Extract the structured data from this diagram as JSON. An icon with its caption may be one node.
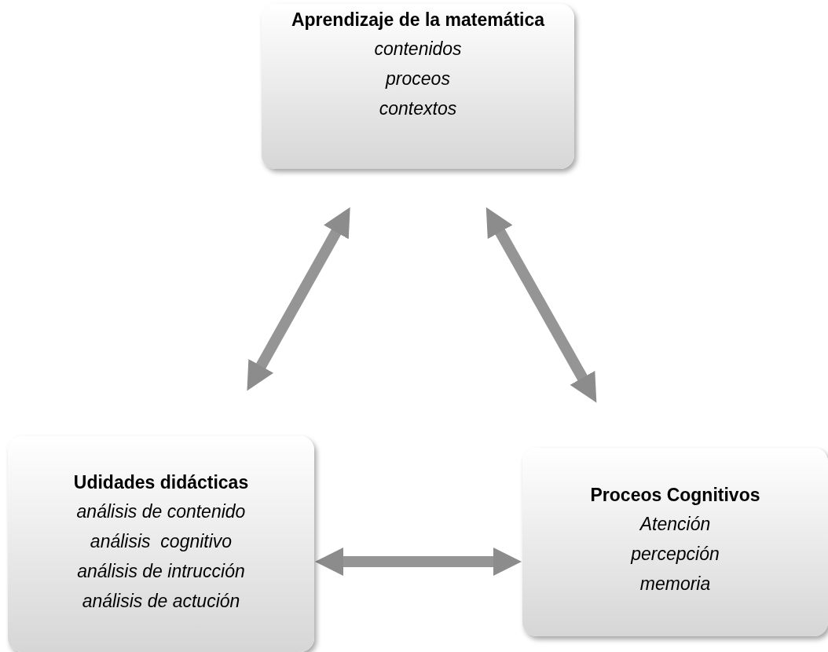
{
  "diagram": {
    "nodes": [
      {
        "text": [
          "Aprendizaje de la matemática",
          "contenidos",
          "proceos",
          "contextos"
        ]
      },
      {
        "text": [
          "Udidades didácticas",
          "análisis de contenido",
          "análisis  cognitivo",
          "análisis de intrucción",
          "análisis de actución"
        ]
      },
      {
        "text": [
          "Proceos Cognitivos",
          "Atención",
          "percepción",
          "memoria"
        ]
      }
    ],
    "edges": [
      {
        "from": 0,
        "to": 1,
        "arrow": "both"
      },
      {
        "from": 0,
        "to": 2,
        "arrow": "both"
      },
      {
        "from": 1,
        "to": 2,
        "arrow": "both"
      }
    ]
  }
}
